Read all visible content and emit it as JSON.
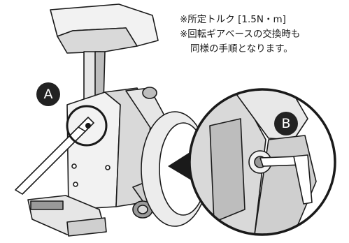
{
  "notes": {
    "line1": "※所定トルク [1.5N・m]",
    "line2": "※回転ギアベースの交換時も",
    "line3": "同様の手順となります。"
  },
  "labels": {
    "a": "A",
    "b": "B"
  },
  "colors": {
    "ink": "#1a1a1a",
    "badge_bg": "#222222",
    "badge_text": "#ffffff",
    "metal_light": "#f2f2f2",
    "metal_mid": "#d9d9d9",
    "metal_dark": "#9a9a9a"
  }
}
